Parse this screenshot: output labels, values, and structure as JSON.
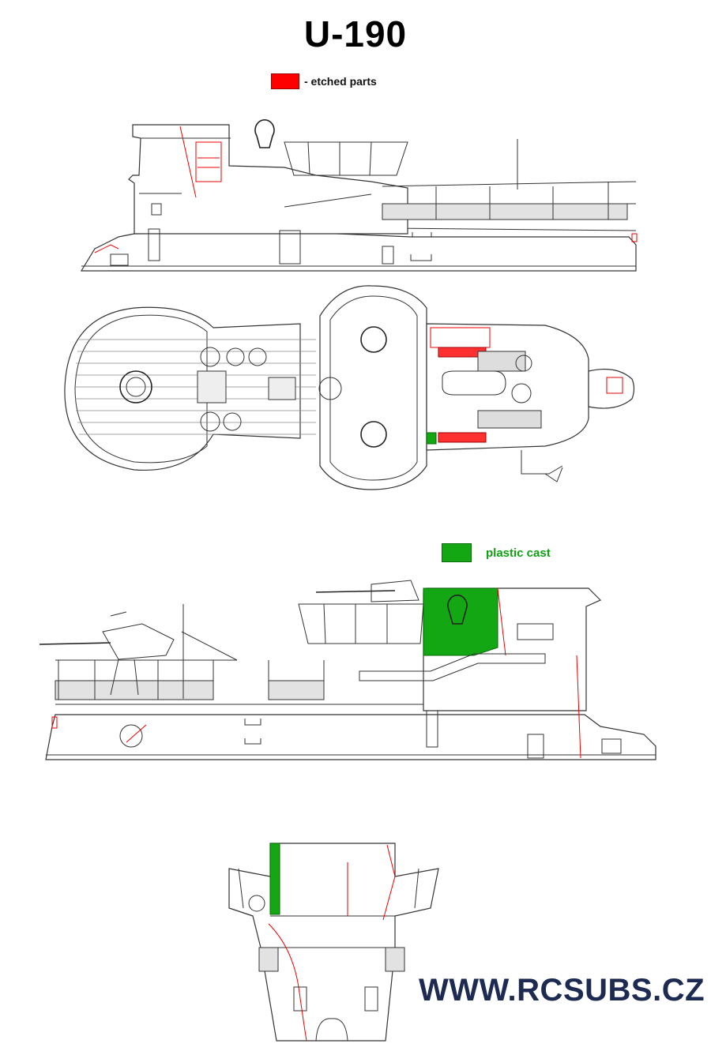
{
  "title": "U-190",
  "legend": {
    "etched": {
      "label": "- etched parts",
      "color": "#ff0000"
    },
    "plastic": {
      "label": "plastic cast",
      "color": "#13a813"
    }
  },
  "website": "WWW.RCSUBS.CZ",
  "colors": {
    "line": "#333333",
    "text_dark": "#1d2a52"
  }
}
